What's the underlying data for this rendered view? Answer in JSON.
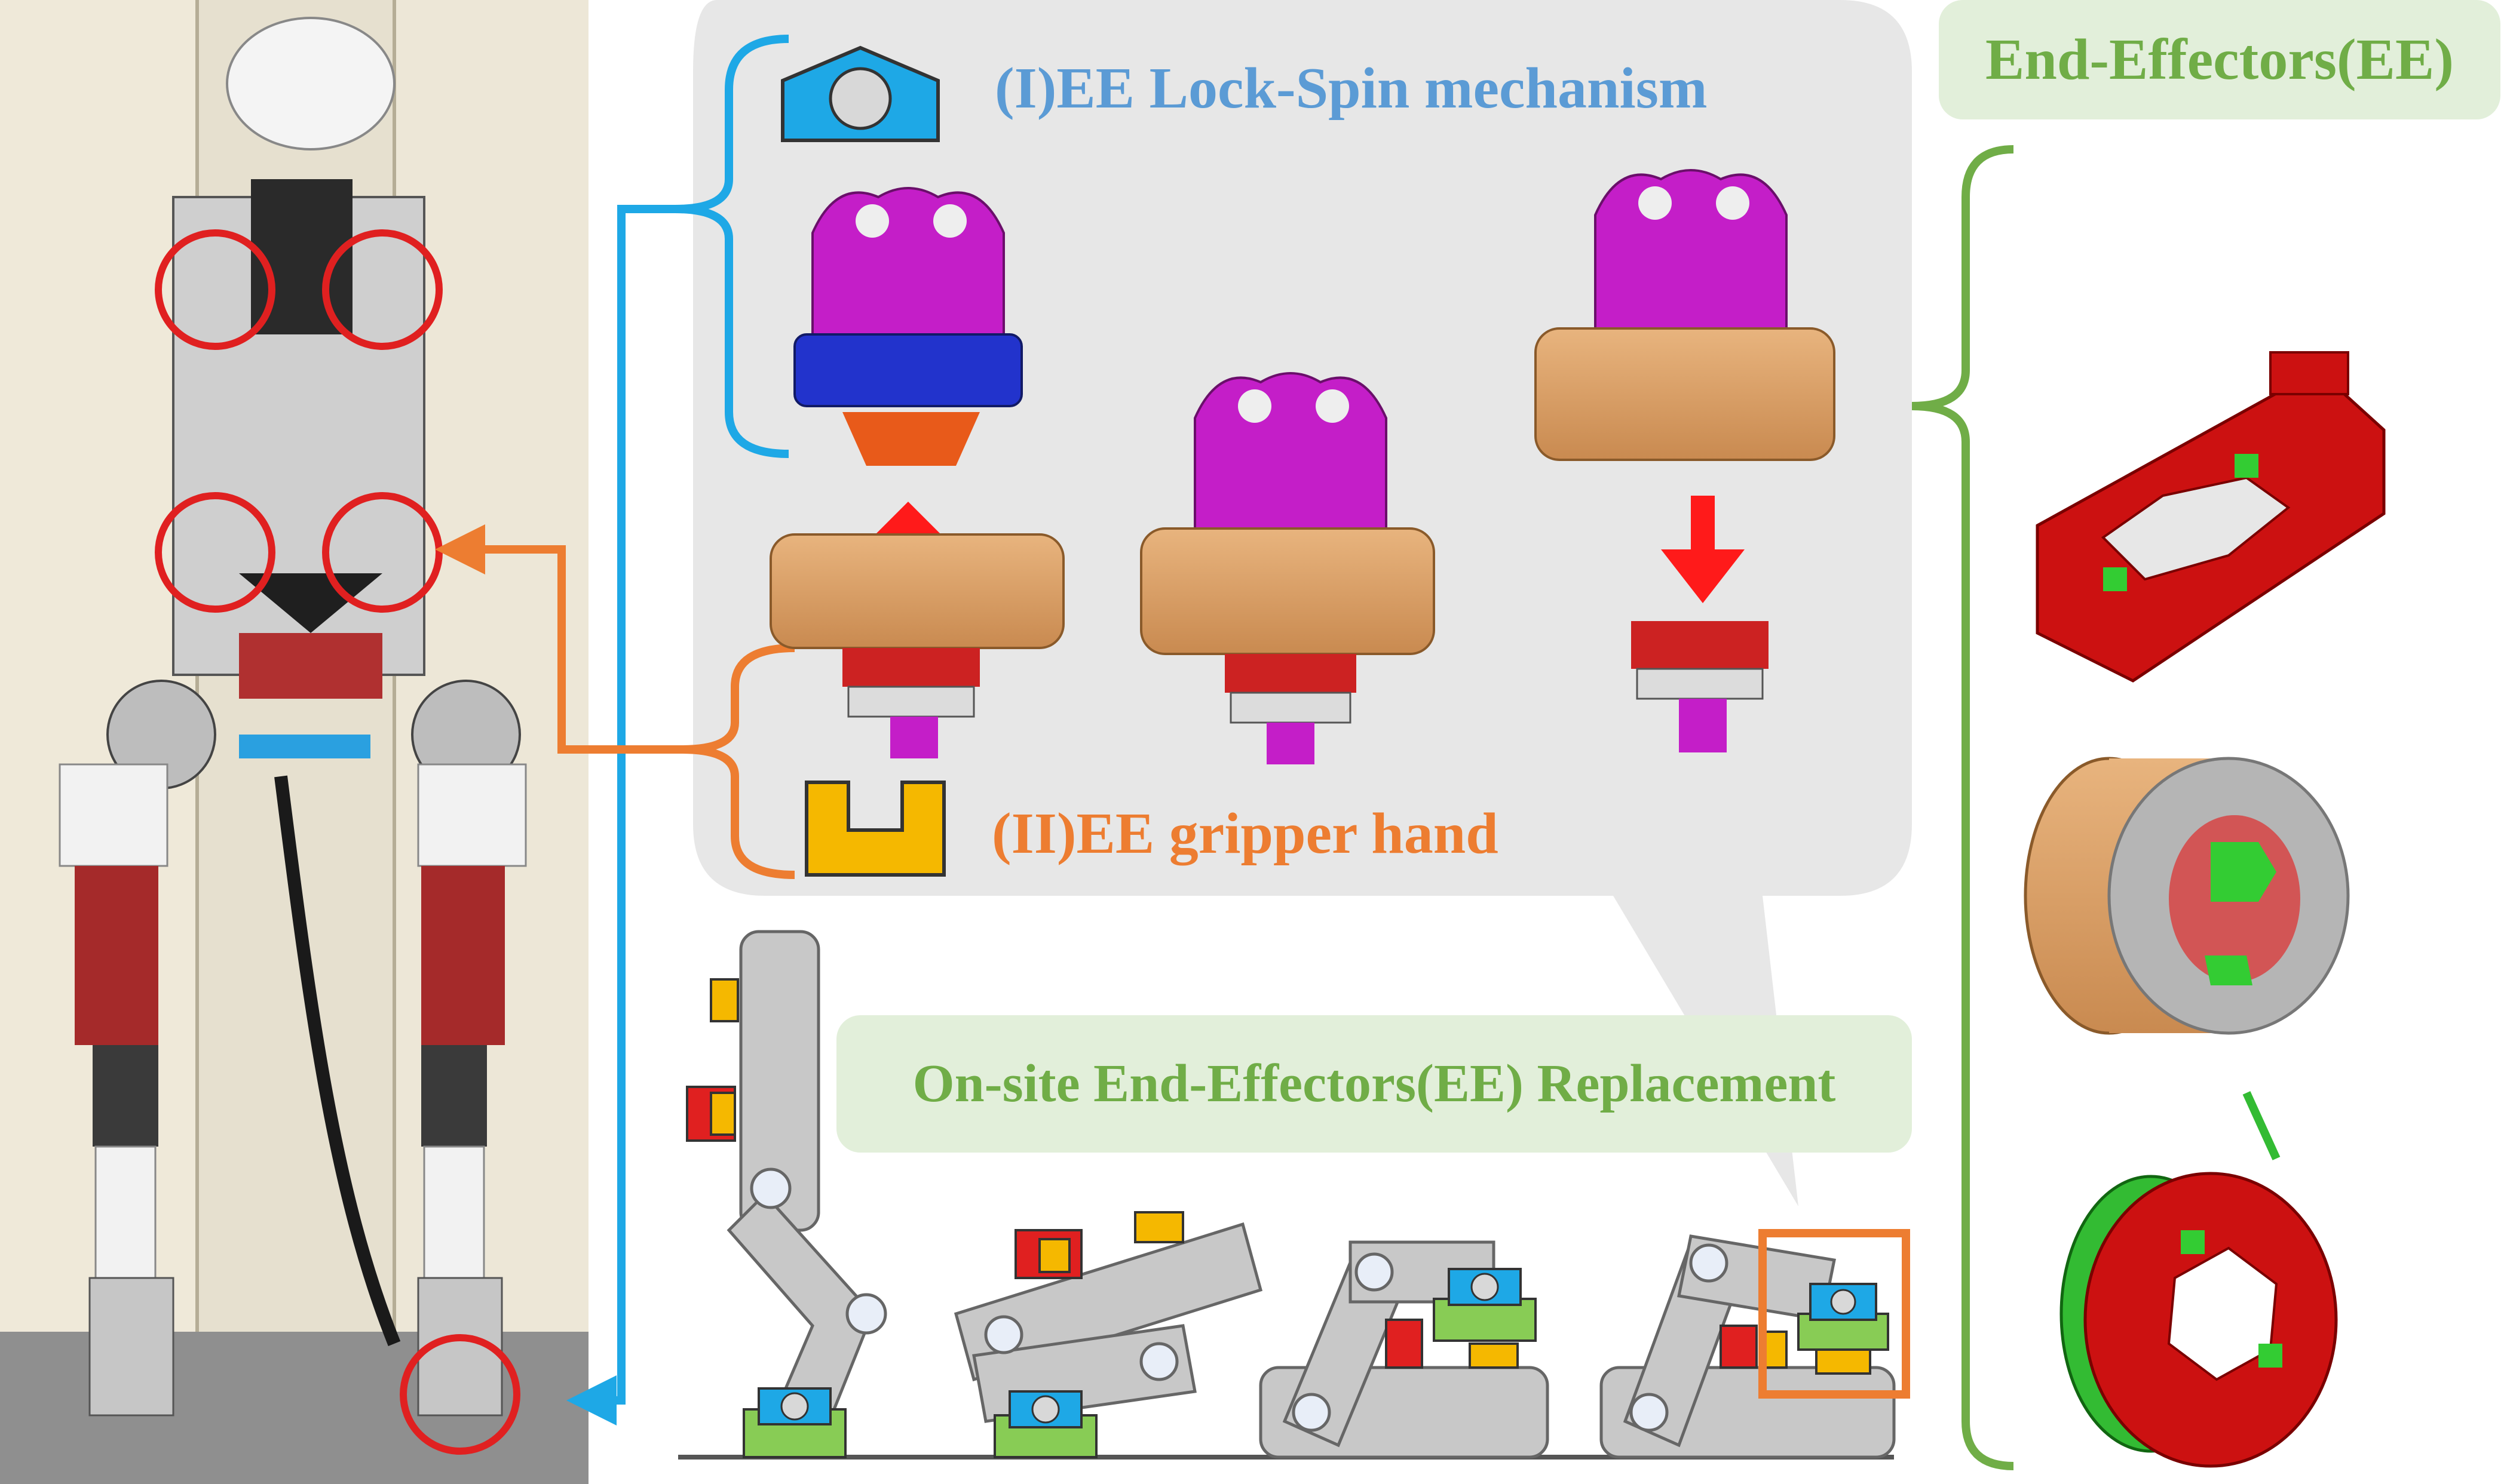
{
  "labels": {
    "lock_spin": "(I)EE Lock-Spin mechanism",
    "gripper": "(II)EE gripper hand",
    "replacement": "On-site End-Effectors(EE) Replacement",
    "end_effectors": "End-Effectors(EE)"
  },
  "colors": {
    "blue": "#1ea8e6",
    "orange": "#ed7d31",
    "green": "#70ad47",
    "red": "#e02020",
    "magenta": "#c41ec8",
    "tan": "#d9a066",
    "gray": "#c8c8c8",
    "yellow": "#f5b800"
  }
}
